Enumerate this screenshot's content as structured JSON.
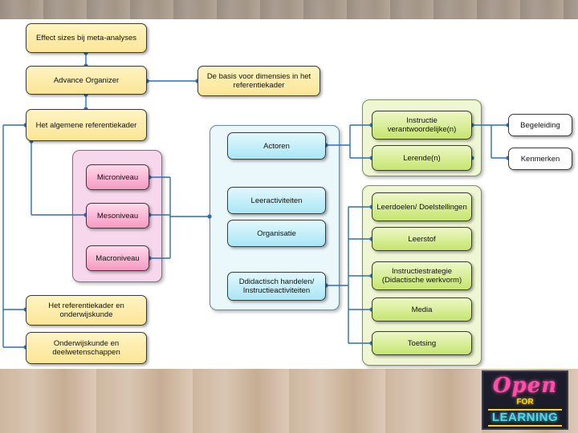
{
  "diagram": {
    "left_column": {
      "effect_sizes": "Effect sizes bij meta-analyses",
      "advance_organizer": "Advance Organizer",
      "algemene_referentiekader": "Het algemene referentiekader",
      "referentiekader_onderwijskunde": "Het referentiekader en onderwijskunde",
      "onderwijskunde_deelwetenschappen": "Onderwijskunde en deelwetenschappen"
    },
    "side_note": "De basis voor dimensies in het referentiekader",
    "levels": {
      "micro": "Microniveau",
      "meso": "Mesoniveau",
      "macro": "Macroniveau"
    },
    "center": {
      "actoren": "Actoren",
      "leeractiviteiten": "Leeractiviteiten",
      "organisatie": "Organisatie",
      "didactisch": "Ddidactisch handelen/ Instructieactiviteiten"
    },
    "actors": {
      "instructie": "Instructie verantwoordelijke(n)",
      "lerende": "Lerende(n)"
    },
    "actor_attributes": {
      "begeleiding": "Begeleiding",
      "kenmerken": "Kenmerken"
    },
    "didactic_elements": {
      "leerdoelen": "Leerdoelen/ Doelstellingen",
      "leerstof": "Leerstof",
      "instructiestrategie": "Instructiestrategie (Didactische werkvorm)",
      "media": "Media",
      "toetsing": "Toetsing"
    }
  },
  "logo": {
    "line1": "Open",
    "line2": "FOR",
    "line3": "LEARNING"
  },
  "colors": {
    "connector": "#2f6db3",
    "yellow_box": "#fbe596",
    "pink_box": "#f59ac2",
    "blue_box": "#a8e6f5",
    "green_box": "#c6e56e",
    "logo_pink": "#ff4fa8",
    "logo_yellow": "#ffd21f",
    "logo_cyan": "#4fd8e8"
  }
}
